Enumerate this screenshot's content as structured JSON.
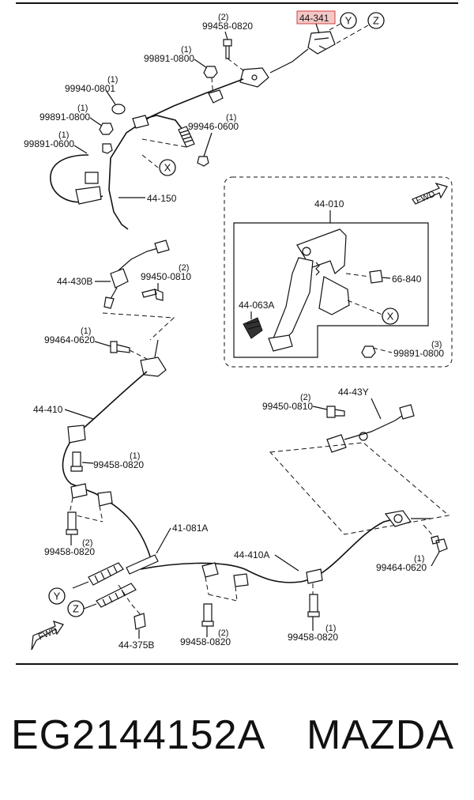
{
  "labels": {
    "p44_341": "44-341",
    "p99458_0820_top": "99458-0820",
    "p99458_0820_top_qty": "(2)",
    "p99891_0800_a": "99891-0800",
    "p99891_0800_a_qty": "(1)",
    "p99940_0801": "99940-0801",
    "p99940_0801_qty": "(1)",
    "p99891_0800_b": "99891-0800",
    "p99891_0800_b_qty": "(1)",
    "p99946_0600": "99946-0600",
    "p99946_0600_qty": "(1)",
    "p99891_0600": "99891-0600",
    "p99891_0600_qty": "(1)",
    "p44_150": "44-150",
    "p44_010": "44-010",
    "p66_840": "66-840",
    "p44_063A": "44-063A",
    "p99891_0800_c": "99891-0800",
    "p99891_0800_c_qty": "(3)",
    "p44_430B": "44-430B",
    "p99450_0810_a": "99450-0810",
    "p99450_0810_a_qty": "(2)",
    "p99464_0620_a": "99464-0620",
    "p99464_0620_a_qty": "(1)",
    "p44_410": "44-410",
    "p99458_0820_mid": "99458-0820",
    "p99458_0820_mid_qty": "(1)",
    "p44_43Y": "44-43Y",
    "p99450_0810_b": "99450-0810",
    "p99450_0810_b_qty": "(2)",
    "p99458_0820_left": "99458-0820",
    "p99458_0820_left_qty": "(2)",
    "p41_081A": "41-081A",
    "p44_410A": "44-410A",
    "p99464_0620_b": "99464-0620",
    "p99464_0620_b_qty": "(1)",
    "p44_375B": "44-375B",
    "p99458_0820_bot": "99458-0820",
    "p99458_0820_bot_qty": "(2)",
    "p99458_0820_right": "99458-0820",
    "p99458_0820_right_qty": "(1)"
  },
  "callouts": {
    "y": "Y",
    "z": "Z",
    "x": "X"
  },
  "fwd": "FWD",
  "colors": {
    "highlight_fill": "#f4c7c7",
    "highlight_stroke": "#d04040",
    "ink": "#111111"
  },
  "footer": {
    "part_number": "EG2144152A",
    "brand": "MAZDA"
  }
}
